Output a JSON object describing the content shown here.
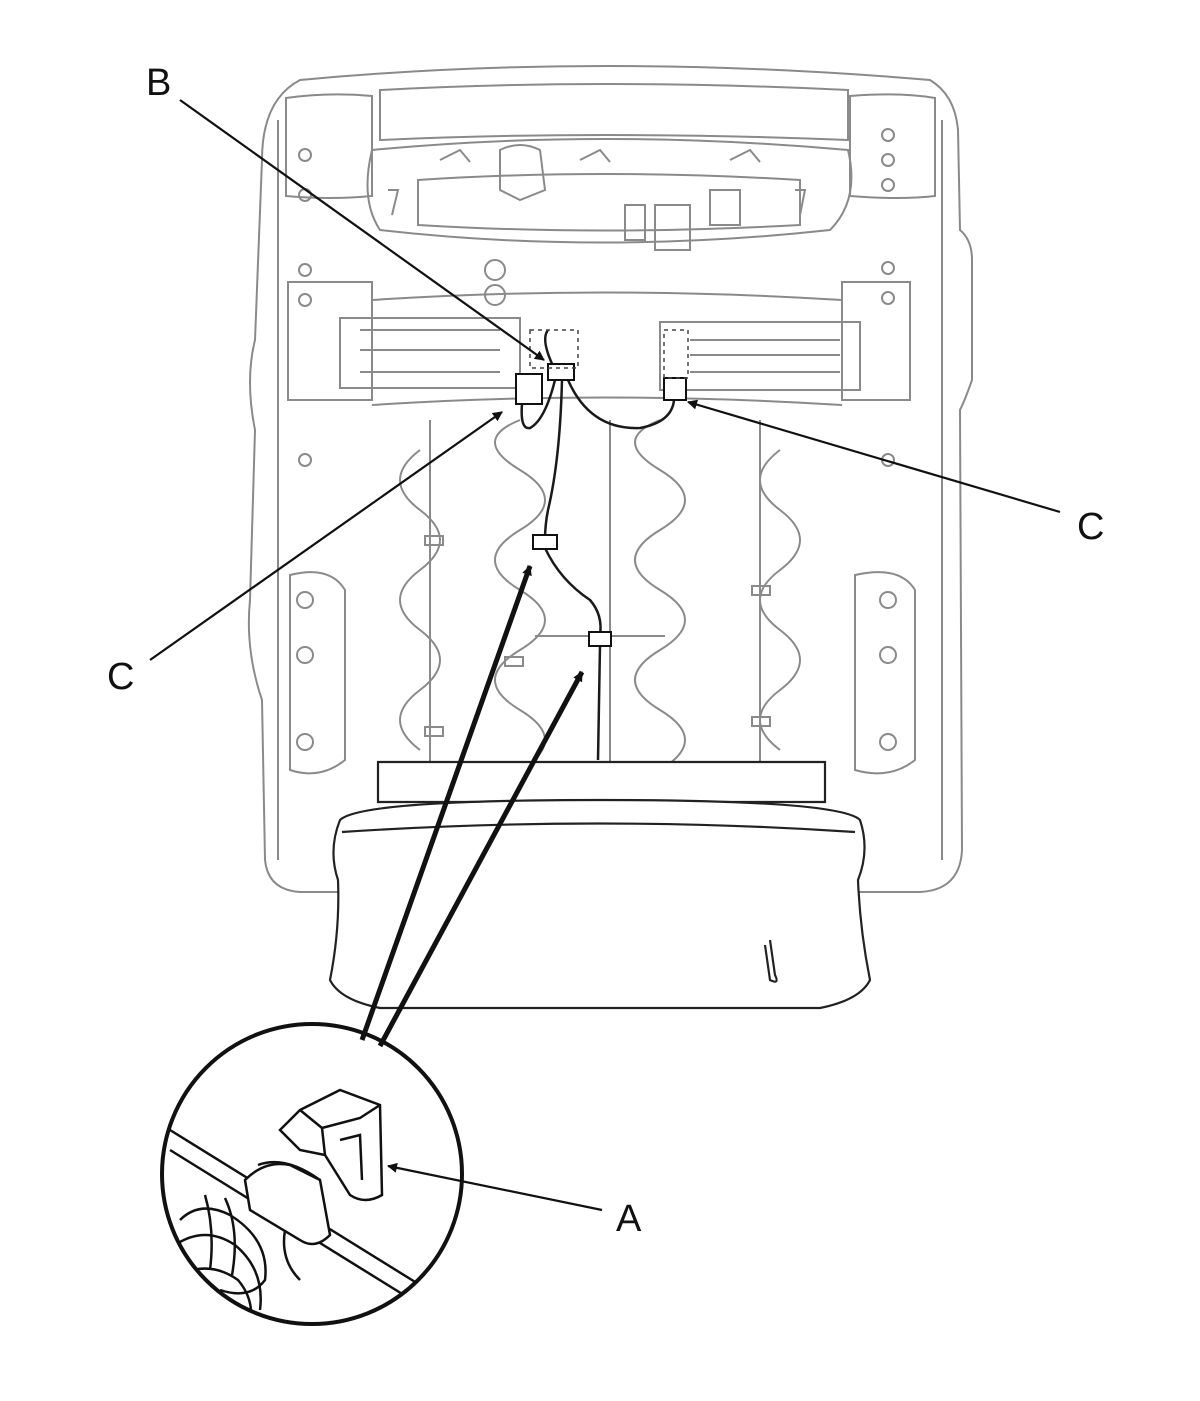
{
  "callouts": {
    "b": "B",
    "c_right": "C",
    "c_left": "C",
    "a": "A"
  },
  "colors": {
    "outline_light": "#8a8a8a",
    "outline_dark": "#1a1a1a",
    "background": "#ffffff"
  }
}
